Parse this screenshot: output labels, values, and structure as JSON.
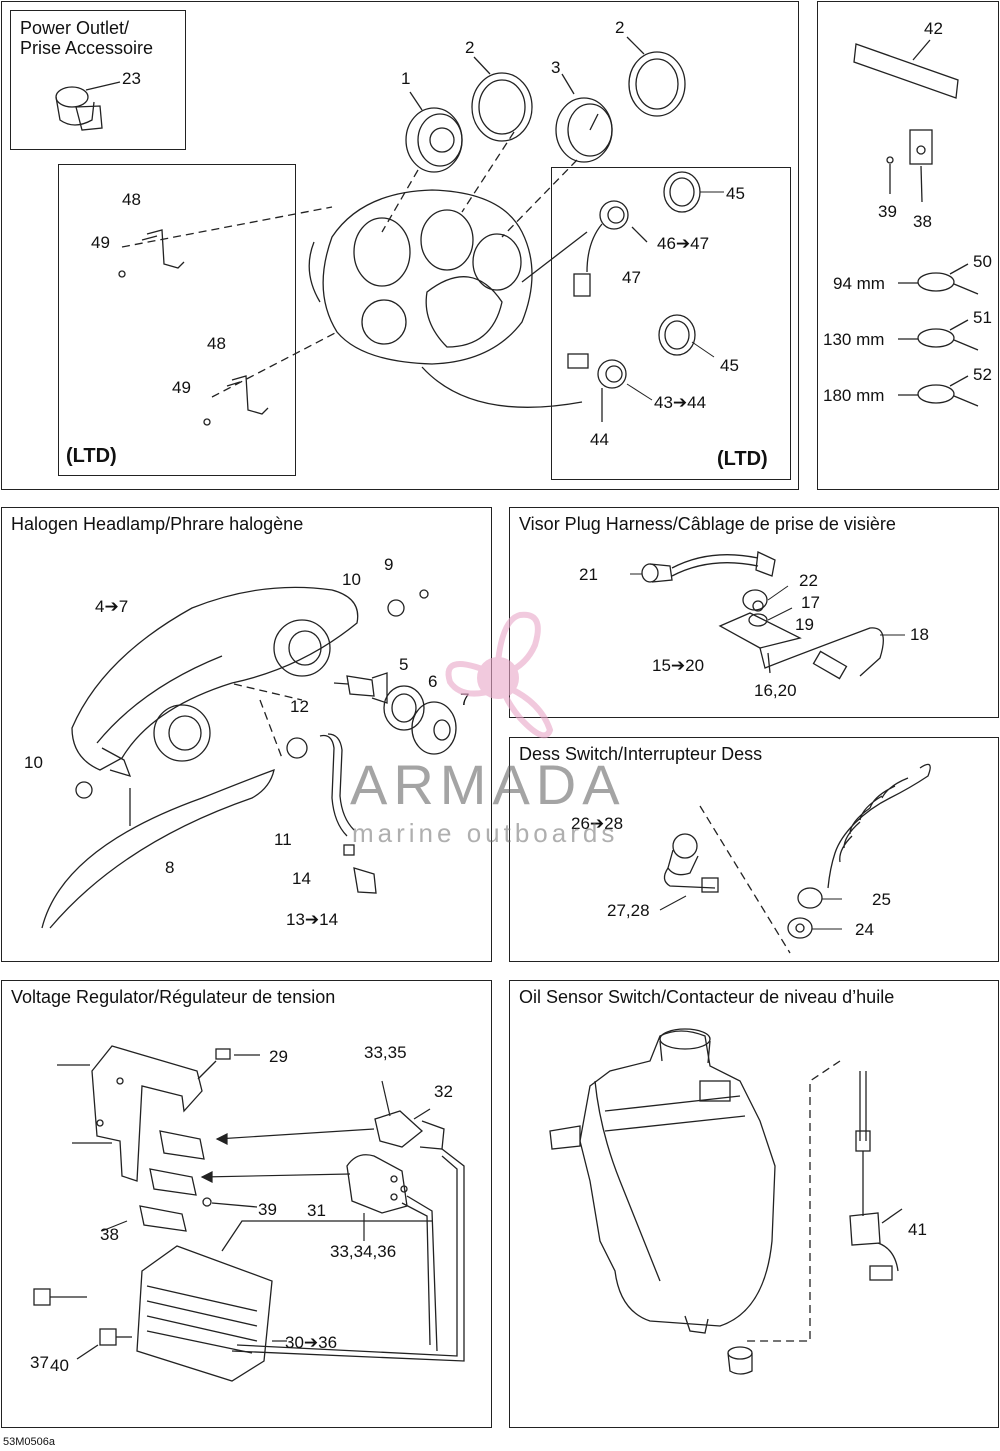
{
  "footer_code": "53M0506a",
  "watermark": {
    "brand": "ARMADA",
    "tagline": "marine outboards",
    "color": "#e8a6c8"
  },
  "panels": {
    "gauges": {
      "power_outlet_title": "Power Outlet/",
      "power_outlet_title2": "Prise Accessoire",
      "ltd_left": "(LTD)",
      "ltd_right": "(LTD)",
      "callouts": [
        "23",
        "1",
        "2",
        "3",
        "2",
        "48",
        "49",
        "48",
        "49",
        "45",
        "46➔47",
        "47",
        "45",
        "43➔44",
        "44"
      ]
    },
    "accessories": {
      "callouts": [
        "42",
        "39",
        "38",
        "94 mm",
        "50",
        "130 mm",
        "51",
        "180 mm",
        "52"
      ]
    },
    "headlamp": {
      "title": "Halogen Headlamp/Phrare halogène",
      "callouts": [
        "9",
        "10",
        "4➔7",
        "5",
        "6",
        "7",
        "12",
        "10",
        "11",
        "8",
        "14",
        "13➔14"
      ]
    },
    "visor": {
      "title": "Visor Plug Harness/Câblage de prise de visière",
      "callouts": [
        "21",
        "22",
        "17",
        "19",
        "18",
        "15➔20",
        "16,20"
      ]
    },
    "dess": {
      "title": "Dess Switch/Interrupteur Dess",
      "callouts": [
        "26➔28",
        "27,28",
        "25",
        "24"
      ]
    },
    "regulator": {
      "title": "Voltage Regulator/Régulateur de tension",
      "callouts": [
        "37",
        "29",
        "33,35",
        "32",
        "31",
        "39",
        "38",
        "33,34,36",
        "30➔36",
        "40"
      ]
    },
    "oil": {
      "title": "Oil Sensor Switch/Contacteur de niveau d’huile",
      "callouts": [
        "41"
      ]
    }
  }
}
